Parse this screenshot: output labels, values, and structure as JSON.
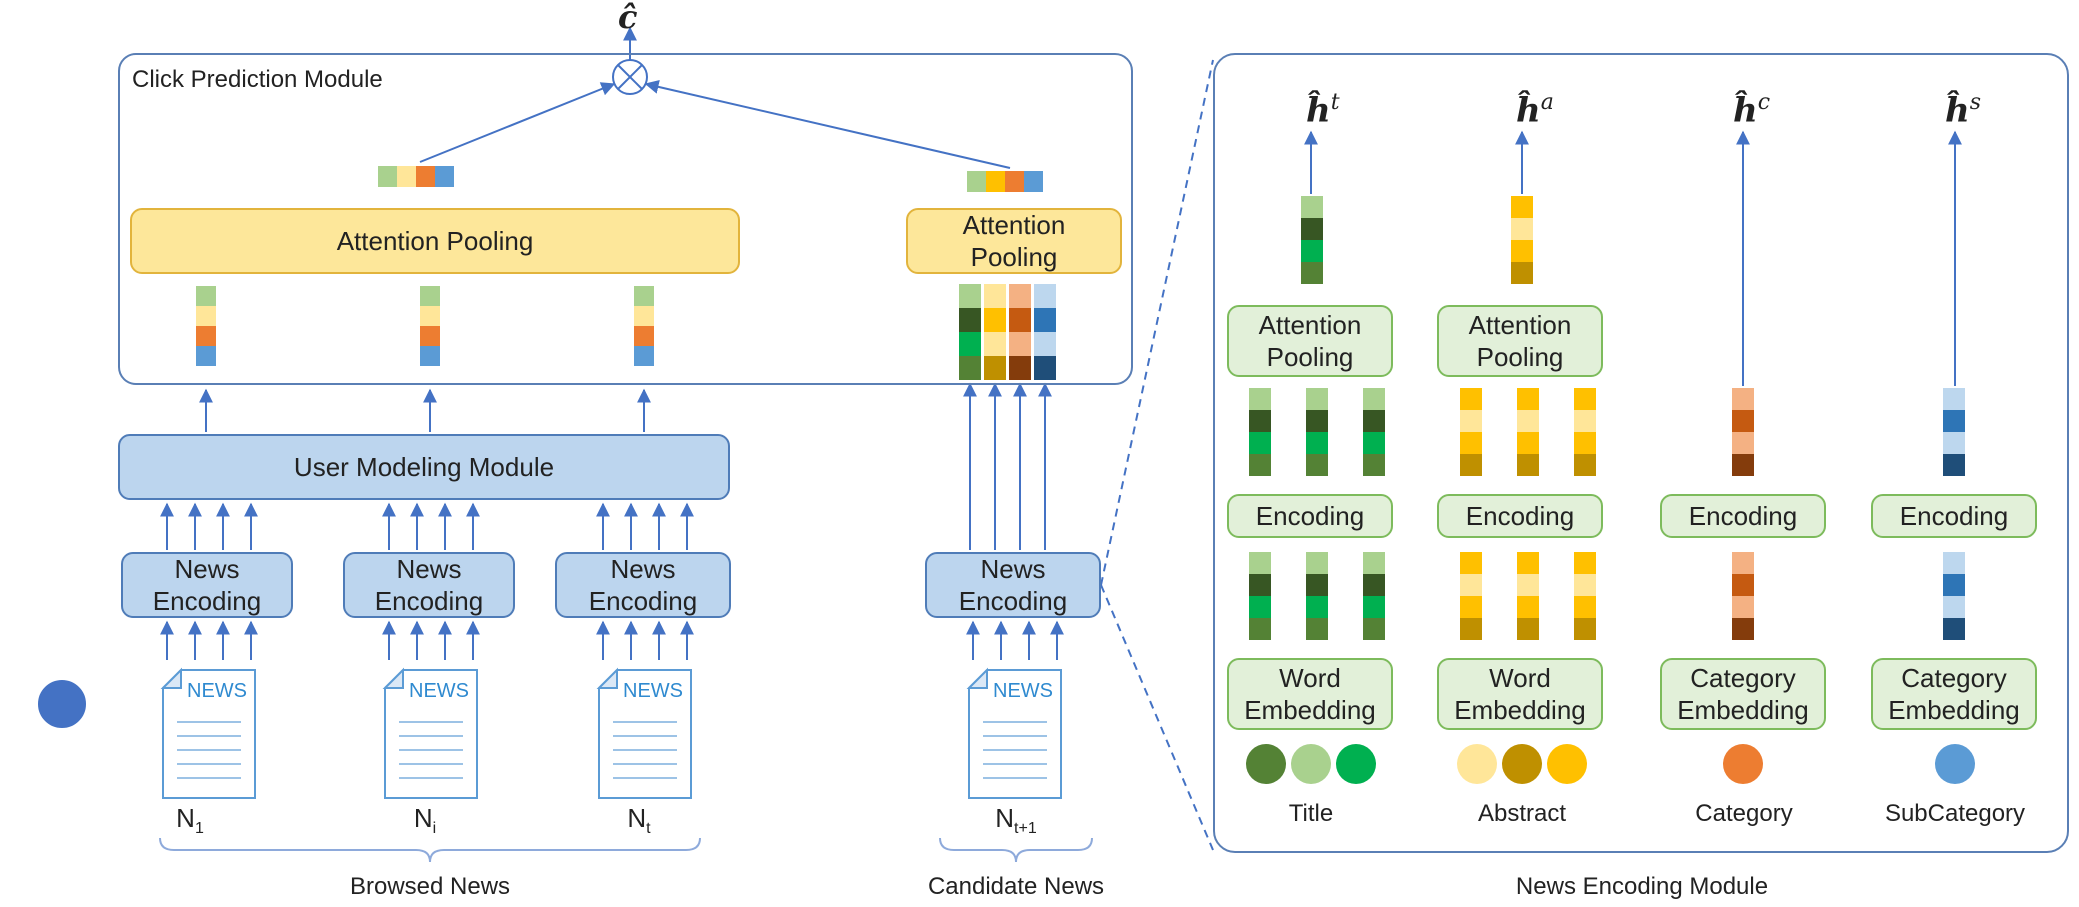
{
  "output": {
    "symbol": "ĉ"
  },
  "modules": {
    "click_prediction": "Click Prediction Module",
    "user_modeling": "User Modeling Module",
    "news_encoding": "News Encoding Module"
  },
  "attention_pooling": "Attention Pooling",
  "attention_pooling_line1": "Attention",
  "attention_pooling_line2": "Pooling",
  "news_encoding_line1": "News",
  "news_encoding_line2": "Encoding",
  "encoding": "Encoding",
  "word_embedding_line1": "Word",
  "word_embedding_line2": "Embedding",
  "category_embedding_line1": "Category",
  "category_embedding_line2": "Embedding",
  "doc_label": "NEWS",
  "news_items": {
    "n1": {
      "base": "N",
      "sub": "1"
    },
    "ni": {
      "base": "N",
      "sub": "i"
    },
    "nt": {
      "base": "N",
      "sub": "t"
    },
    "nt1": {
      "base": "N",
      "sub": "t+1"
    }
  },
  "groups": {
    "browsed": "Browsed News",
    "candidate": "Candidate News"
  },
  "fields": {
    "title": "Title",
    "abstract": "Abstract",
    "category": "Category",
    "subcategory": "SubCategory"
  },
  "outputs": {
    "title": {
      "base": "ĥ",
      "sup": "t"
    },
    "abstract": {
      "base": "ĥ",
      "sup": "a"
    },
    "category": {
      "base": "ĥ",
      "sup": "c"
    },
    "subcategory": {
      "base": "ĥ",
      "sup": "s"
    }
  },
  "colors": {
    "accent_blue": "#4472c4",
    "title_palette": [
      "#a9d18e",
      "#375623",
      "#00b050",
      "#548235"
    ],
    "abstract_palette": [
      "#ffc000",
      "#ffe699",
      "#bf9000"
    ],
    "category_palette": [
      "#f4b183",
      "#c55a11",
      "#843c0c"
    ],
    "subcategory_palette": [
      "#bdd7ee",
      "#2e75b6",
      "#1f4e79"
    ]
  }
}
